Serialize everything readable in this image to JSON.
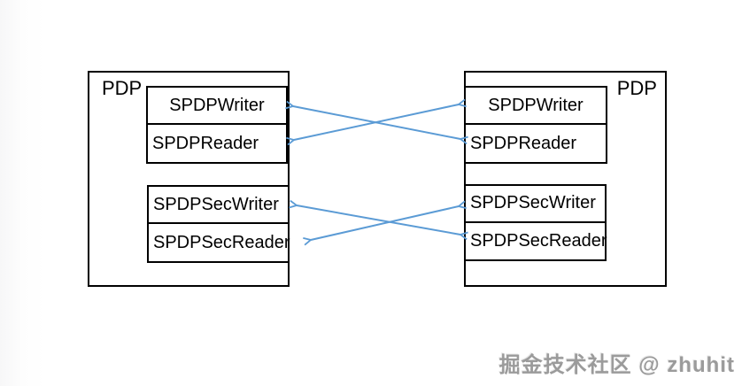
{
  "colors": {
    "arrow": "#5b9bd5",
    "border": "#000000",
    "watermark_gray": "#9b9b9b"
  },
  "diagram": {
    "left_pdp": {
      "title": "PDP",
      "top_cells": [
        "SPDPWriter",
        "SPDPReader"
      ],
      "bottom_cells": [
        "SPDPSecWriter",
        "SPDPSecReader"
      ]
    },
    "right_pdp": {
      "title": "PDP",
      "top_cells": [
        "SPDPWriter",
        "SPDPReader"
      ],
      "bottom_cells": [
        "SPDPSecWriter",
        "SPDPSecReader"
      ]
    },
    "connections": [
      {
        "from": "left.SPDPWriter",
        "to": "right.SPDPReader",
        "bidirectional": true
      },
      {
        "from": "left.SPDPReader",
        "to": "right.SPDPWriter",
        "bidirectional": true
      },
      {
        "from": "left.SPDPSecWriter",
        "to": "right.SPDPSecReader",
        "bidirectional": true
      },
      {
        "from": "left.SPDPSecReader",
        "to": "right.SPDPSecWriter",
        "bidirectional": true
      }
    ]
  },
  "watermark": {
    "text": "掘金技术社区 @ zhuhit"
  }
}
